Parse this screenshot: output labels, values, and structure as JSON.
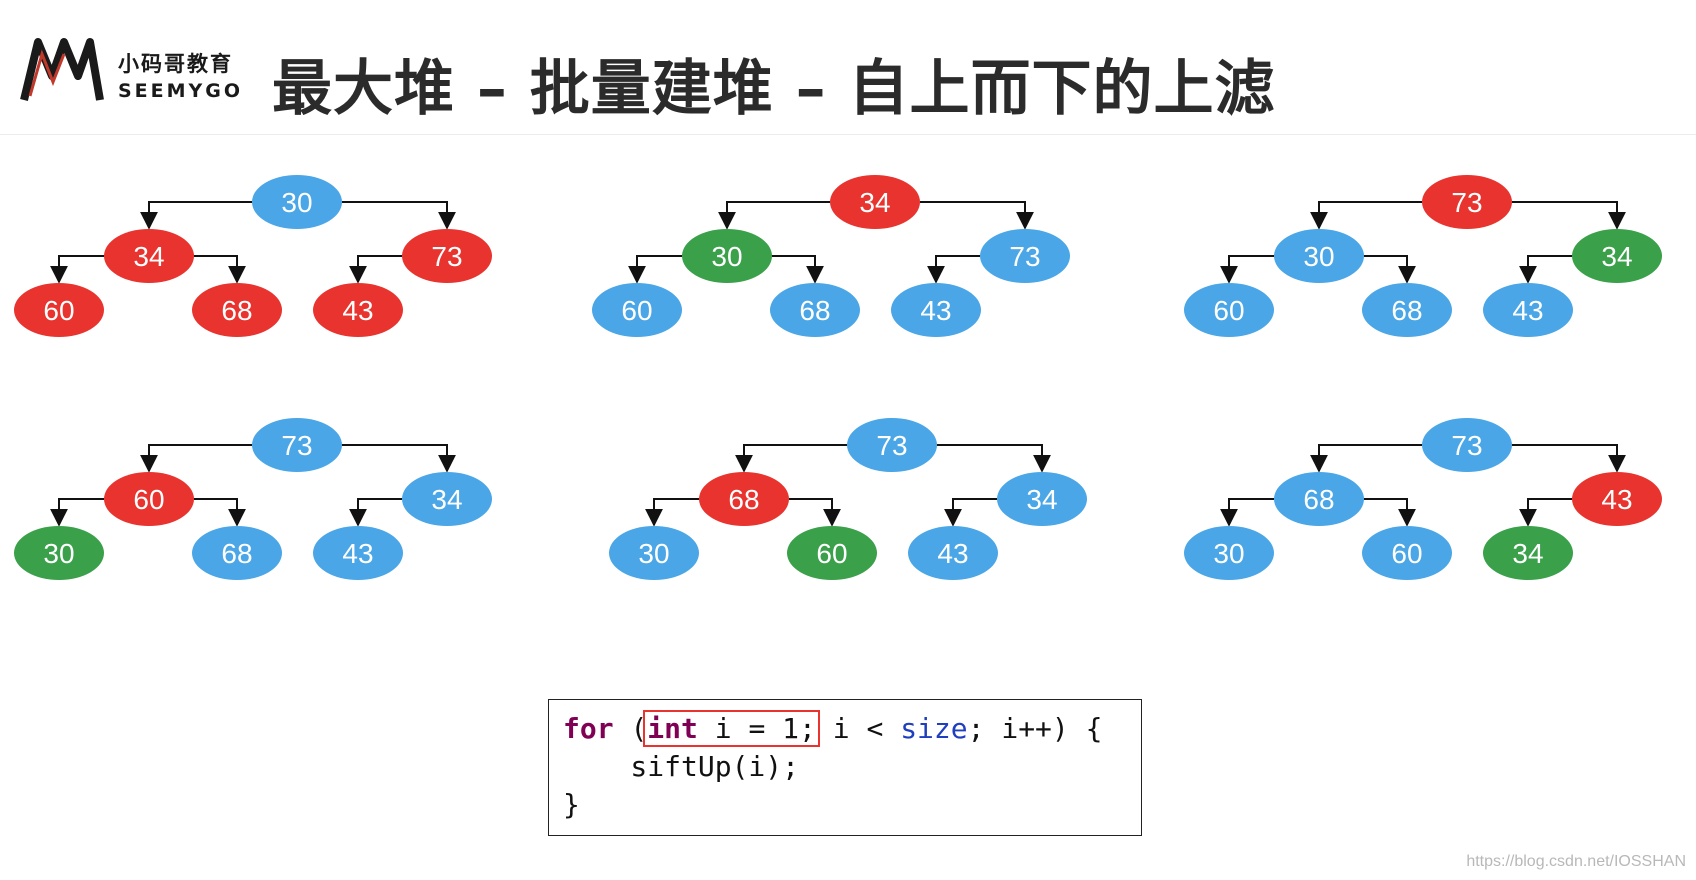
{
  "header": {
    "logo_cn": "小码哥教育",
    "logo_en": "SEEMYGO",
    "title": "最大堆 – 批量建堆 – 自上而下的上滤"
  },
  "colors": {
    "red": "#e8332e",
    "blue": "#4aa6e6",
    "green": "#3aa04a",
    "edge": "#111111"
  },
  "trees": [
    {
      "nodes": [
        {
          "v": "30",
          "c": "blue"
        },
        {
          "v": "34",
          "c": "red"
        },
        {
          "v": "73",
          "c": "red"
        },
        {
          "v": "60",
          "c": "red"
        },
        {
          "v": "68",
          "c": "red"
        },
        {
          "v": "43",
          "c": "red"
        }
      ]
    },
    {
      "nodes": [
        {
          "v": "34",
          "c": "red"
        },
        {
          "v": "30",
          "c": "green"
        },
        {
          "v": "73",
          "c": "blue"
        },
        {
          "v": "60",
          "c": "blue"
        },
        {
          "v": "68",
          "c": "blue"
        },
        {
          "v": "43",
          "c": "blue"
        }
      ]
    },
    {
      "nodes": [
        {
          "v": "73",
          "c": "red"
        },
        {
          "v": "30",
          "c": "blue"
        },
        {
          "v": "34",
          "c": "green"
        },
        {
          "v": "60",
          "c": "blue"
        },
        {
          "v": "68",
          "c": "blue"
        },
        {
          "v": "43",
          "c": "blue"
        }
      ]
    },
    {
      "nodes": [
        {
          "v": "73",
          "c": "blue"
        },
        {
          "v": "60",
          "c": "red"
        },
        {
          "v": "34",
          "c": "blue"
        },
        {
          "v": "30",
          "c": "green"
        },
        {
          "v": "68",
          "c": "blue"
        },
        {
          "v": "43",
          "c": "blue"
        }
      ]
    },
    {
      "nodes": [
        {
          "v": "73",
          "c": "blue"
        },
        {
          "v": "68",
          "c": "red"
        },
        {
          "v": "34",
          "c": "blue"
        },
        {
          "v": "30",
          "c": "blue"
        },
        {
          "v": "60",
          "c": "green"
        },
        {
          "v": "43",
          "c": "blue"
        }
      ]
    },
    {
      "nodes": [
        {
          "v": "73",
          "c": "blue"
        },
        {
          "v": "68",
          "c": "blue"
        },
        {
          "v": "43",
          "c": "red"
        },
        {
          "v": "30",
          "c": "blue"
        },
        {
          "v": "60",
          "c": "blue"
        },
        {
          "v": "34",
          "c": "green"
        }
      ]
    }
  ],
  "code": {
    "kw_for": "for",
    "paren_open": "(",
    "highlight": "int i = 1;",
    "rest_before_size": " i < ",
    "size": "size",
    "rest_after_size": "; i++) {",
    "line2": "    siftUp(i);",
    "line3": "}"
  },
  "watermark": "https://blog.csdn.net/IOSSHAN"
}
